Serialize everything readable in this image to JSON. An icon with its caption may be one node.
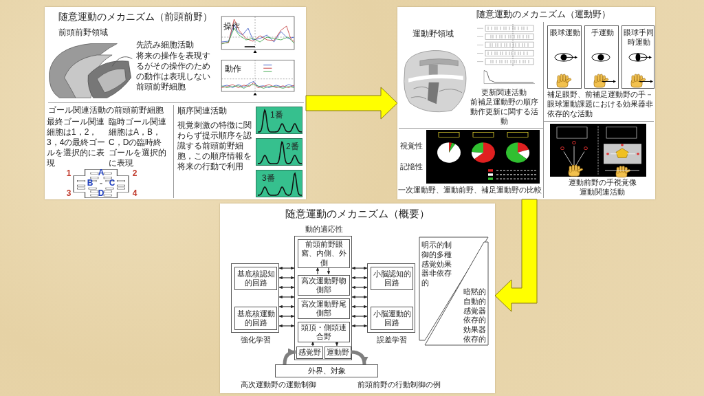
{
  "diagram": {
    "nodes": [
      {
        "text": [
          "随意運動のメカニズム（前頭前野）",
          "前頭前野領域",
          "先読み細胞活動",
          "将来の操作を表現するがその操作のための動作は表現しない前頭前野細胞",
          "操作",
          "動作",
          "ゴール関連活動の前頭前野細胞",
          "最終ゴール関連細胞は1，2，3，4の最終ゴールを選択的に表現",
          "臨時ゴール関連細胞はA，B，C，Dの臨時終ゴールを選択的に表現",
          "順序関連活動",
          "視覚刺激の特徴に関わらず提示順序を認識する前頭前野細胞，この順序情報を将来の行動で利用",
          "1",
          "2",
          "3",
          "4",
          "A",
          "B",
          "C",
          "D"
        ]
      },
      {
        "text": [
          "1番"
        ],
        "in": 0
      },
      {
        "text": [
          "2番"
        ],
        "in": 0
      },
      {
        "text": [
          "3番"
        ],
        "in": 0
      },
      {
        "text": [
          "随意運動のメカニズム（運動野）",
          "運動野領域",
          "更新関連活動",
          "前補足運動野の順序動作更新に関する活動",
          "補足眼野、前補足運動野の手－眼球運動課題における効果器非依存的な活動",
          "視覚性",
          "記憶性",
          "一次運動野、運動前野、補足運動野の比較",
          "運動前野の手視覚像運動関連活動"
        ]
      },
      {
        "text": [
          "眼球運動"
        ],
        "in": 4
      },
      {
        "text": [
          "手運動"
        ],
        "in": 4
      },
      {
        "text": [
          "眼球手同時運動"
        ],
        "in": 4
      },
      {
        "text": [
          "随意運動のメカニズム（概要）",
          "高次運動野の運動制御",
          "前頭前野の行動制御の例"
        ]
      },
      {
        "text": [
          "動的適応性"
        ],
        "in": 8
      },
      {
        "text": [
          "前頭前野眼窩、内側、外側"
        ],
        "in": 9
      },
      {
        "text": [
          "高次運動野吻側部"
        ],
        "in": 9
      },
      {
        "text": [
          "高次運動野尾側部"
        ],
        "in": 9
      },
      {
        "text": [
          "頭頂・側頭連合野"
        ],
        "in": 9
      },
      {
        "text": [
          "感覚野"
        ],
        "in": 9
      },
      {
        "text": [
          "運動野"
        ],
        "in": 9
      },
      {
        "text": [
          "強化学習"
        ],
        "in": 8
      },
      {
        "text": [
          "基底核認知的回路"
        ],
        "in": 16
      },
      {
        "text": [
          "基底核運動的回路"
        ],
        "in": 16
      },
      {
        "text": [
          "誤差学習"
        ],
        "in": 8
      },
      {
        "text": [
          "小脳認知的回路"
        ],
        "in": 19
      },
      {
        "text": [
          "小脳運動的回路"
        ],
        "in": 19
      },
      {
        "text": [
          "外界、対象"
        ],
        "in": 8
      },
      {
        "text": [
          "明示的制御的多種感覚効果器非依存的"
        ],
        "in": 8
      },
      {
        "text": [
          "暗黙的自動的感覚器依存的効果器依存的"
        ],
        "in": 8
      }
    ],
    "edges": [
      {
        "from": 0,
        "to": 4,
        "arrow": "to",
        "style": "thick",
        "color": "#ffff00"
      },
      {
        "from": 4,
        "to": 8,
        "arrow": "to",
        "style": "thick",
        "color": "#ffff00"
      },
      {
        "from": 11,
        "to": 10,
        "arrow": "to"
      },
      {
        "from": 10,
        "to": 11,
        "arrow": "to"
      },
      {
        "from": 16,
        "to": 9,
        "arrow": "both"
      },
      {
        "from": 16,
        "to": 9,
        "arrow": "both"
      },
      {
        "from": 16,
        "to": 9,
        "arrow": "both"
      },
      {
        "from": 16,
        "to": 9,
        "arrow": "both"
      },
      {
        "from": 16,
        "to": 9,
        "arrow": "both"
      },
      {
        "from": 16,
        "to": 9,
        "arrow": "both"
      },
      {
        "from": 16,
        "to": 9,
        "arrow": "both"
      },
      {
        "from": 9,
        "to": 19,
        "arrow": "both"
      },
      {
        "from": 9,
        "to": 19,
        "arrow": "both"
      },
      {
        "from": 9,
        "to": 19,
        "arrow": "both"
      },
      {
        "from": 9,
        "to": 19,
        "arrow": "both"
      },
      {
        "from": 9,
        "to": 19,
        "arrow": "both"
      },
      {
        "from": 9,
        "to": 19,
        "arrow": "both"
      },
      {
        "from": 9,
        "to": 19,
        "arrow": "both"
      },
      {
        "from": 14,
        "to": 13,
        "arrow": "to"
      },
      {
        "from": 13,
        "to": 15,
        "arrow": "to"
      },
      {
        "from": 22,
        "to": 14,
        "arrow": "to",
        "style": "thick",
        "color": "#7f7f7f"
      },
      {
        "from": 15,
        "to": 22,
        "arrow": "to",
        "style": "thick",
        "color": "#7f7f7f"
      }
    ]
  }
}
